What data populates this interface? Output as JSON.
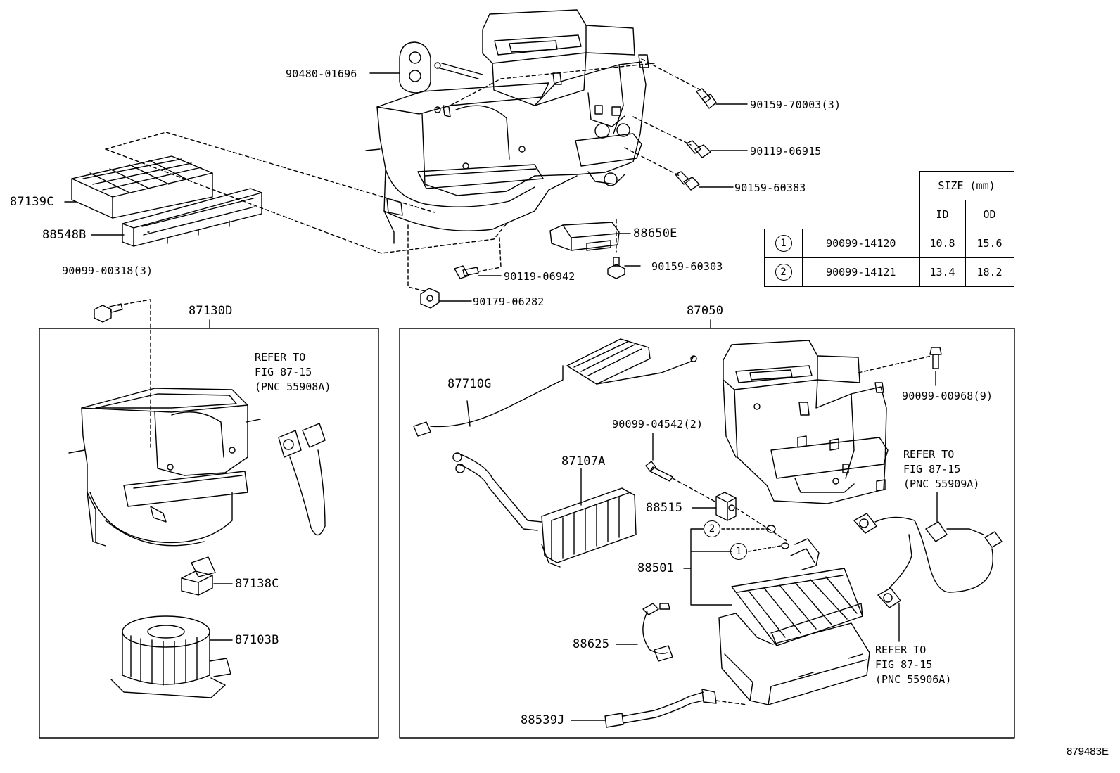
{
  "labels": {
    "p9048001696": "90480-01696",
    "p9015970003": "90159-70003(3)",
    "p9011906915": "90119-06915",
    "p9015960383": "90159-60383",
    "p87139c": "87139C",
    "p88548b": "88548B",
    "p88650e": "88650E",
    "p9015960303": "90159-60303",
    "p9011906942": "90119-06942",
    "p9009900318": "90099-00318(3)",
    "p9017906282": "90179-06282",
    "p87130d": "87130D",
    "p87050": "87050",
    "p87710g": "87710G",
    "p9009900968": "90099-00968(9)",
    "p9009904542": "90099-04542(2)",
    "p87107a": "87107A",
    "p88515": "88515",
    "p88501": "88501",
    "p87138c": "87138C",
    "p87103b": "87103B",
    "p88625": "88625",
    "p88539j": "88539J"
  },
  "notes": {
    "n1": [
      "REFER TO",
      "FIG 87-15",
      "(PNC 55908A)"
    ],
    "n2": [
      "REFER TO",
      "FIG 87-15",
      "(PNC 55909A)"
    ],
    "n3": [
      "REFER TO",
      "FIG 87-15",
      "(PNC 55906A)"
    ]
  },
  "callouts": {
    "c1": "1",
    "c2": "2"
  },
  "size_table": {
    "header": "SIZE (mm)",
    "col_id": "ID",
    "col_od": "OD",
    "rows": [
      {
        "ref": "1",
        "part": "90099-14120",
        "id": "10.8",
        "od": "15.6"
      },
      {
        "ref": "2",
        "part": "90099-14121",
        "id": "13.4",
        "od": "18.2"
      }
    ]
  },
  "sheet_id": "879483E"
}
